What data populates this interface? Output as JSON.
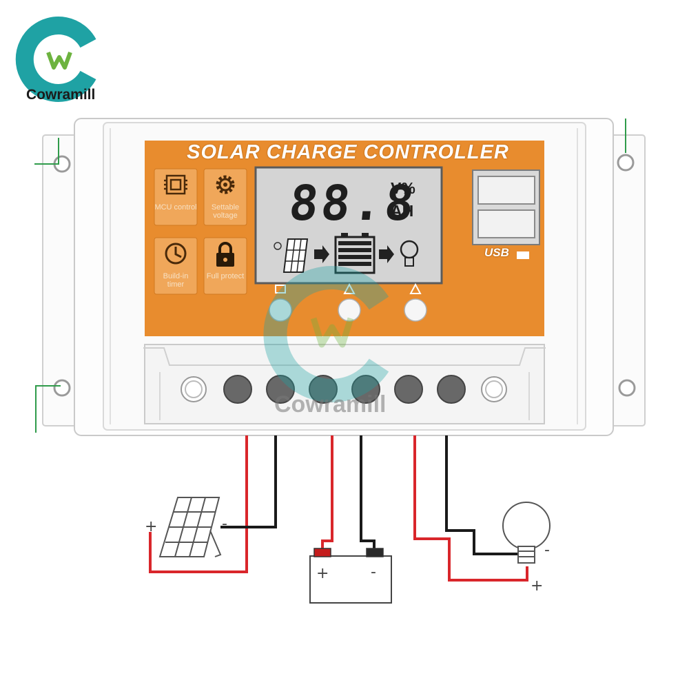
{
  "brand": {
    "name": "Cowramill",
    "logo_letters": "CW",
    "watermark_text": "Cowramill"
  },
  "panel": {
    "title": "SOLAR CHARGE CONTROLLER",
    "features": [
      {
        "icon": "chip-icon",
        "label": "MCU control"
      },
      {
        "icon": "gear-icon",
        "label": "Settable voltage"
      },
      {
        "icon": "clock-icon",
        "label": "Build-in timer"
      },
      {
        "icon": "lock-icon",
        "label": "Full protect"
      }
    ],
    "lcd": {
      "digits": "88.8",
      "unit_top": "V%",
      "unit_bottom": "AH"
    },
    "usb_label": "USB",
    "buttons": [
      "menu-button",
      "down-button",
      "up-button"
    ]
  },
  "wiring": {
    "terminals": [
      "solar-positive",
      "solar-negative",
      "battery-positive",
      "battery-negative",
      "load-positive",
      "load-negative"
    ],
    "solar": {
      "pos": "+",
      "neg": "-"
    },
    "battery": {
      "pos": "+",
      "neg": "-"
    },
    "load": {
      "pos": "+",
      "neg": "-"
    }
  },
  "colors": {
    "panel_orange": "#e88c2e",
    "lcd_gray": "#d4d4d4",
    "wire_red": "#d9262b",
    "wire_black": "#1a1a1a",
    "brand_teal": "#1fa2a4",
    "brand_green": "#6db33f"
  }
}
